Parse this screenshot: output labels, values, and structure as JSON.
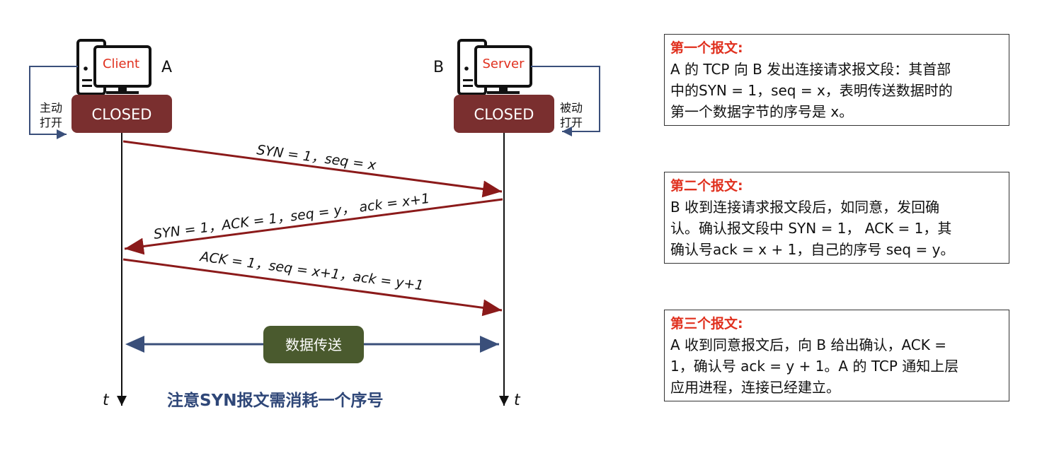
{
  "client": {
    "label": "Client",
    "host_letter": "A",
    "state": "CLOSED",
    "open_label": [
      "主动",
      "打开"
    ]
  },
  "server": {
    "label": "Server",
    "host_letter": "B",
    "state": "CLOSED",
    "open_label": [
      "被动",
      "打开"
    ]
  },
  "messages": [
    "SYN = 1，seq = x",
    "SYN = 1，ACK = 1，seq = y，  ack = x+1",
    "ACK = 1，seq = x+1，ack = y+1"
  ],
  "data_transfer": "数据传送",
  "time_label": "t",
  "note": "注意SYN报文需消耗一个序号",
  "colors": {
    "arrow": "#8b1a1a",
    "state_box": "#7a2f2f",
    "data_box": "#4a5a2e",
    "data_arrow": "#3a4f7a",
    "note": "#2f4778",
    "title_red": "#e0301e"
  },
  "boxes": [
    {
      "title": "第一个报文:",
      "lines": [
        "A 的 TCP 向 B 发出连接请求报文段：其首部",
        "中的SYN = 1，seq = x，表明传送数据时的",
        "第一个数据字节的序号是 x。"
      ]
    },
    {
      "title": "第二个报文:",
      "lines": [
        "B 收到连接请求报文段后，如同意，发回确",
        "认。确认报文段中 SYN = 1， ACK = 1，其",
        "确认号ack = x + 1，自己的序号 seq = y。"
      ]
    },
    {
      "title": "第三个报文:",
      "lines": [
        "A 收到同意报文后，向 B 给出确认，ACK =",
        "1，确认号 ack = y + 1。A 的 TCP 通知上层",
        "应用进程，连接已经建立。"
      ]
    }
  ]
}
